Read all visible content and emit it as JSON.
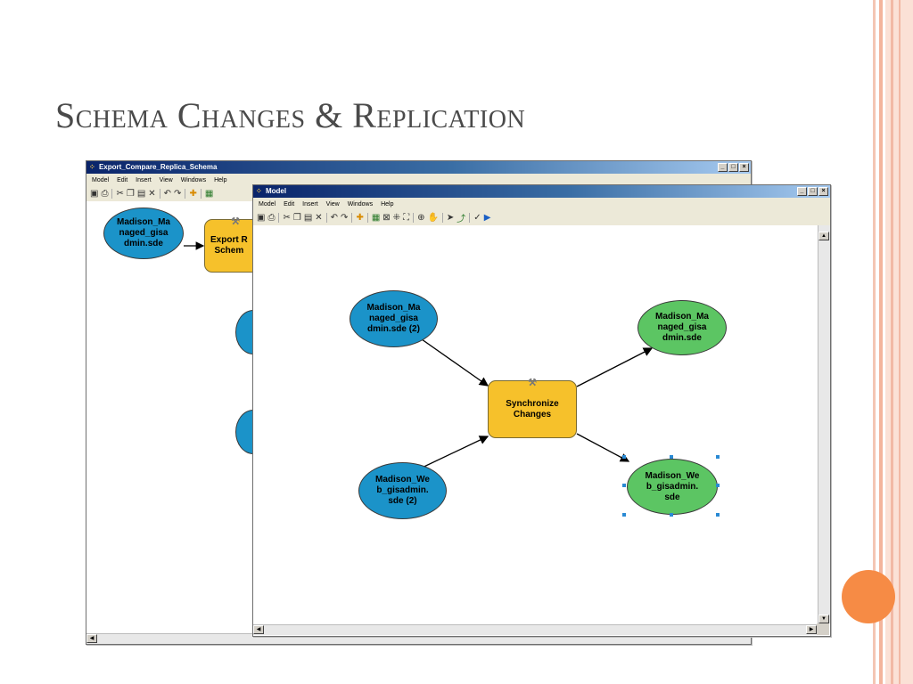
{
  "slide": {
    "title": "Schema Changes & Replication"
  },
  "back_window": {
    "title": "Export_Compare_Replica_Schema",
    "menu": [
      "Model",
      "Edit",
      "Insert",
      "View",
      "Windows",
      "Help"
    ],
    "nodes": {
      "input": "Madison_Ma\nnaged_gisa\ndmin.sde",
      "tool": "Export R\nSchem"
    }
  },
  "front_window": {
    "title": "Model",
    "menu": [
      "Model",
      "Edit",
      "Insert",
      "View",
      "Windows",
      "Help"
    ],
    "nodes": {
      "input_managed": "Madison_Ma\nnaged_gisa\ndmin.sde (2)",
      "input_web": "Madison_We\nb_gisadmin.\nsde (2)",
      "tool": "Synchronize\nChanges",
      "output_managed": "Madison_Ma\nnaged_gisa\ndmin.sde",
      "output_web": "Madison_We\nb_gisadmin.\nsde"
    }
  },
  "window_buttons": {
    "minimize": "_",
    "maximize": "□",
    "close": "×"
  },
  "colors": {
    "input_node": "#1b93c9",
    "output_node": "#5cc563",
    "tool_node": "#f6c12b",
    "accent_circle": "#f68b45",
    "stripe": "#f2b9a5"
  },
  "icons": {
    "app": "model-icon",
    "tool": "hammer-icon"
  }
}
